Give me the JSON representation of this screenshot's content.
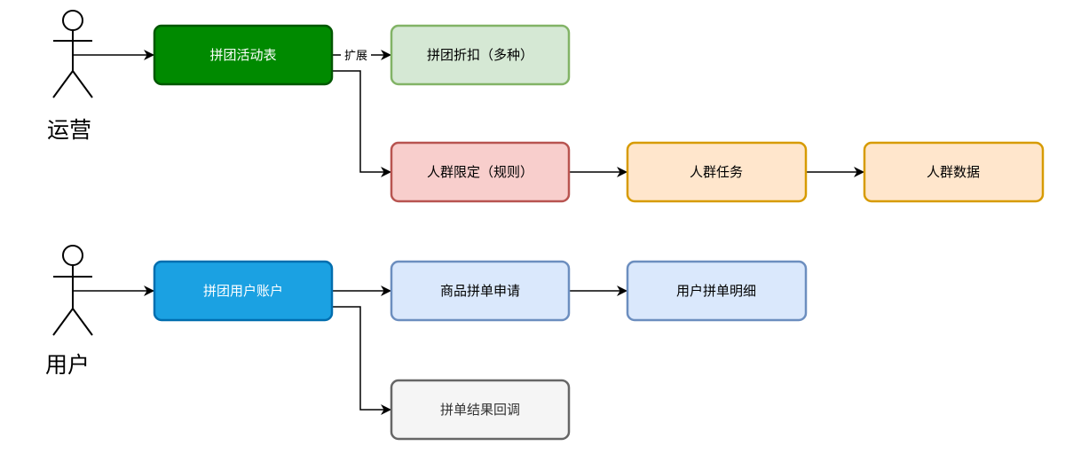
{
  "actors": {
    "operations": {
      "label": "运营"
    },
    "user": {
      "label": "用户"
    }
  },
  "nodes": {
    "group_activity_table": {
      "label": "拼团活动表",
      "fill": "#008a00",
      "stroke": "#005700",
      "text_color": "#ffffff"
    },
    "group_discount": {
      "label": "拼团折扣（多种）",
      "fill": "#d5e8d4",
      "stroke": "#82b366",
      "text_color": "#000000"
    },
    "crowd_limit": {
      "label": "人群限定（规则）",
      "fill": "#f8cecc",
      "stroke": "#b85450",
      "text_color": "#000000"
    },
    "crowd_task": {
      "label": "人群任务",
      "fill": "#ffe6cc",
      "stroke": "#d79b00",
      "text_color": "#000000"
    },
    "crowd_data": {
      "label": "人群数据",
      "fill": "#ffe6cc",
      "stroke": "#d79b00",
      "text_color": "#000000"
    },
    "group_user_account": {
      "label": "拼团用户账户",
      "fill": "#1ba1e2",
      "stroke": "#006eaf",
      "text_color": "#ffffff"
    },
    "product_group_apply": {
      "label": "商品拼单申请",
      "fill": "#dae8fc",
      "stroke": "#6c8ebf",
      "text_color": "#000000"
    },
    "user_group_detail": {
      "label": "用户拼单明细",
      "fill": "#dae8fc",
      "stroke": "#6c8ebf",
      "text_color": "#000000"
    },
    "group_result_callback": {
      "label": "拼单结果回调",
      "fill": "#f5f5f5",
      "stroke": "#666666",
      "text_color": "#333333"
    }
  },
  "edges": {
    "extend_label": "扩展"
  }
}
